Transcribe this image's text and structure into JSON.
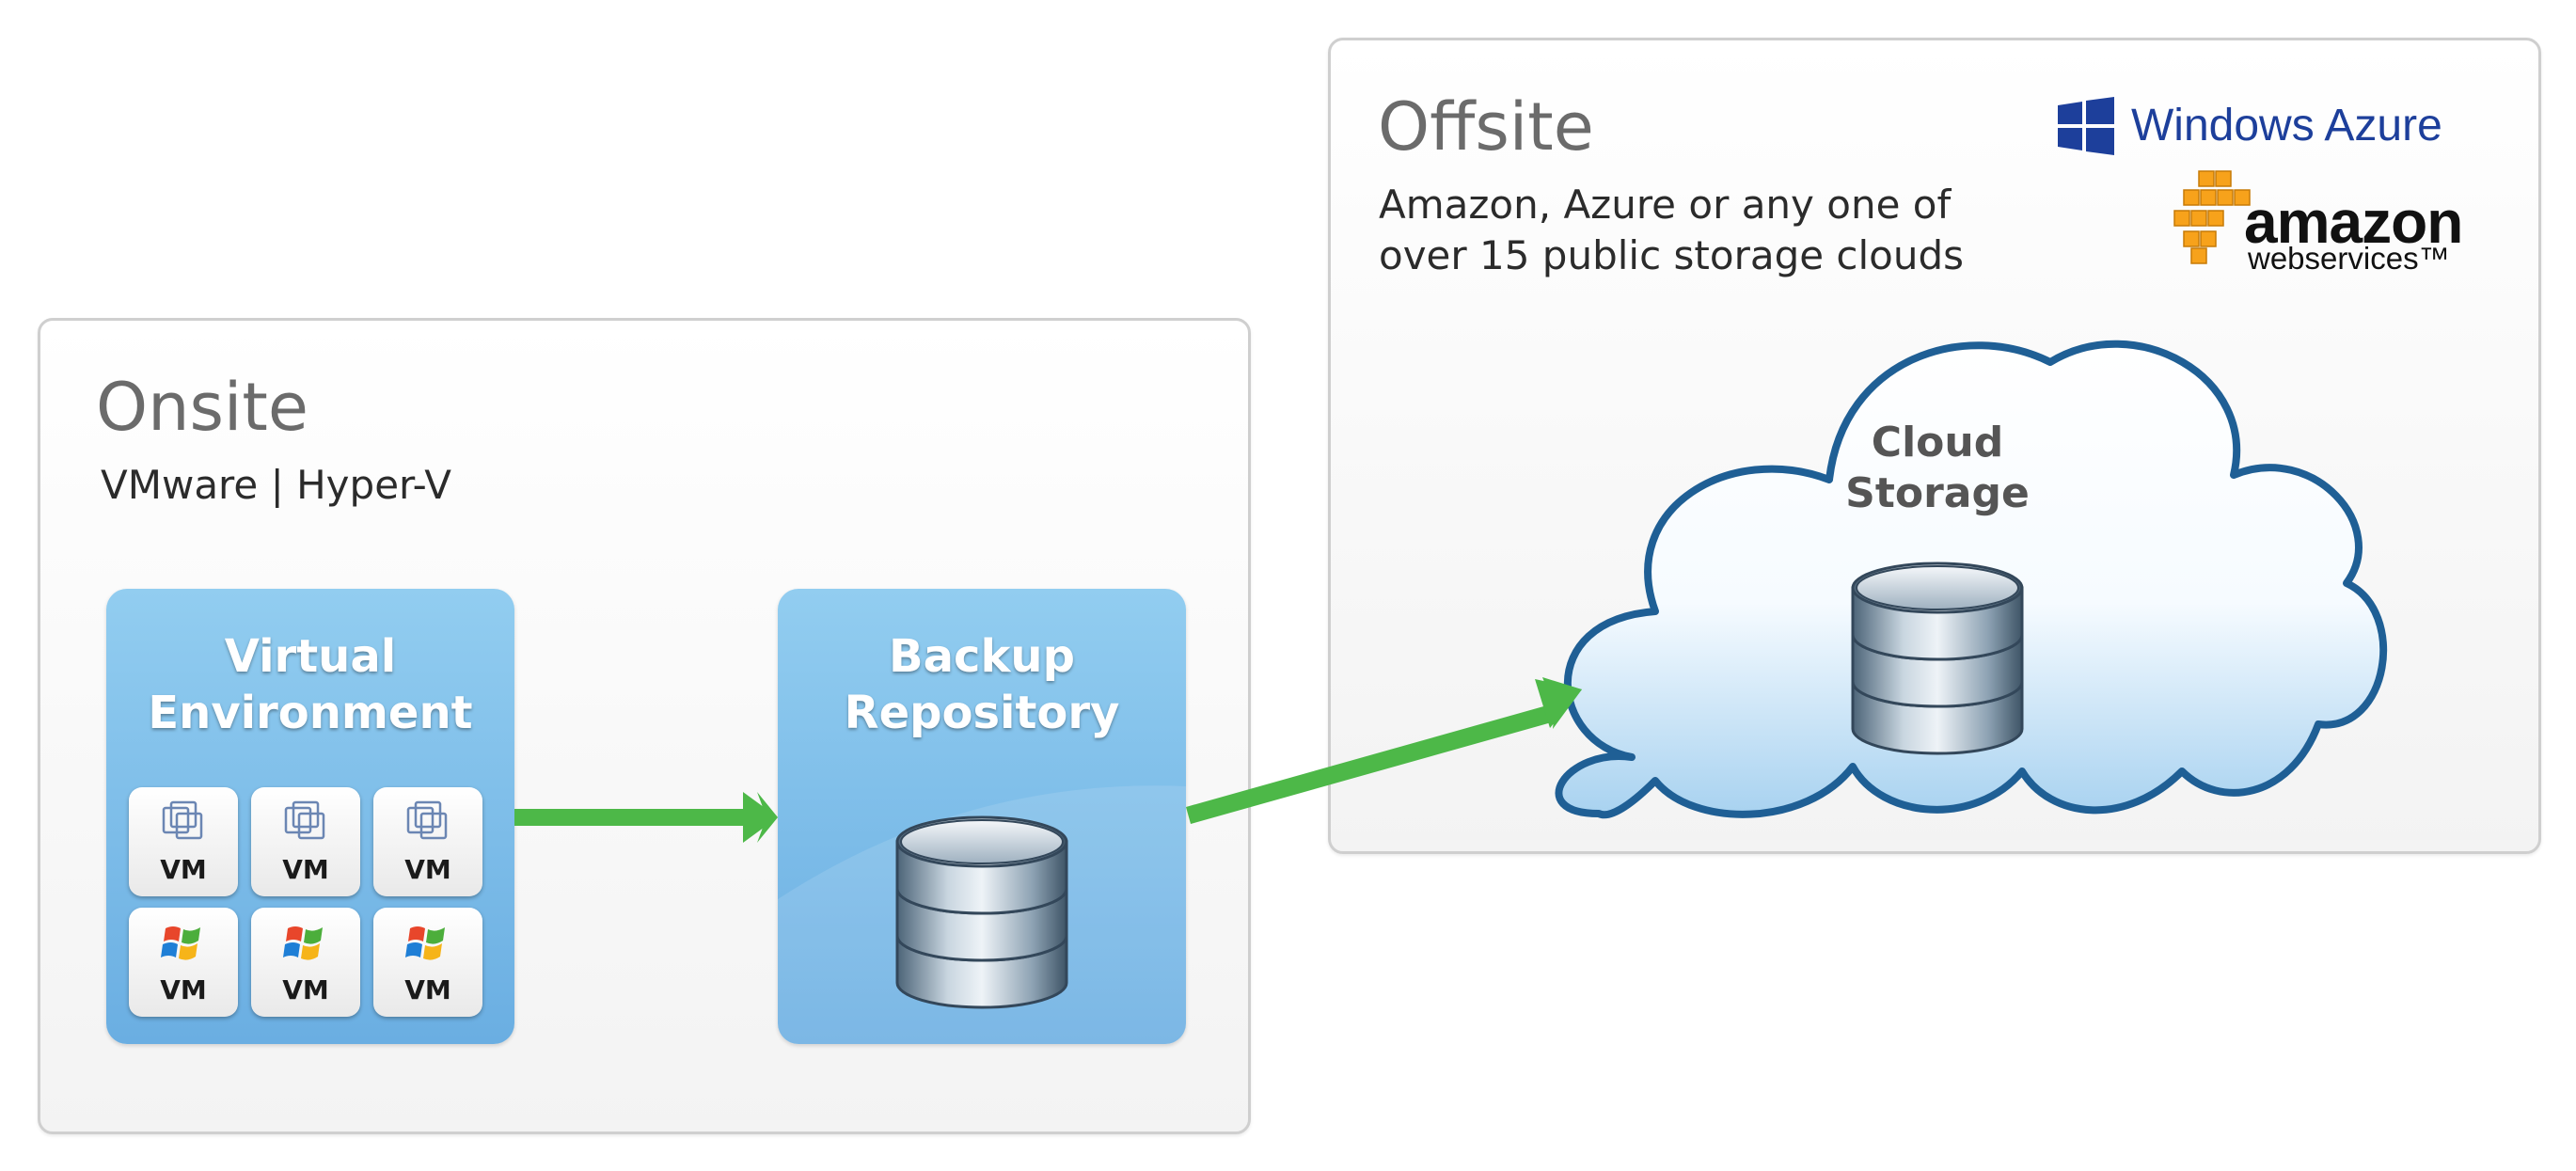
{
  "onsite": {
    "title": "Onsite",
    "subtitle": "VMware | Hyper-V",
    "virtual_environment": {
      "title_line1": "Virtual",
      "title_line2": "Environment",
      "vms": [
        {
          "label": "VM",
          "icon": "vmware-icon"
        },
        {
          "label": "VM",
          "icon": "vmware-icon"
        },
        {
          "label": "VM",
          "icon": "vmware-icon"
        },
        {
          "label": "VM",
          "icon": "windows-icon"
        },
        {
          "label": "VM",
          "icon": "windows-icon"
        },
        {
          "label": "VM",
          "icon": "windows-icon"
        }
      ]
    },
    "backup_repository": {
      "title_line1": "Backup",
      "title_line2": "Repository",
      "icon": "database-icon"
    }
  },
  "offsite": {
    "title": "Offsite",
    "subtitle_line1": "Amazon, Azure or any one of",
    "subtitle_line2": "over 15 public storage clouds",
    "cloud": {
      "label_line1": "Cloud",
      "label_line2": "Storage",
      "icon": "database-icon"
    },
    "logos": {
      "azure": "Windows Azure",
      "amazon_word": "amazon",
      "aws_word": "webservices™"
    }
  },
  "colors": {
    "arrow": "#4db848",
    "box_blue": "#6aaee2",
    "cloud_outline": "#1f5f95",
    "azure_blue": "#1d3f9b",
    "aws_orange": "#f7a21b"
  }
}
